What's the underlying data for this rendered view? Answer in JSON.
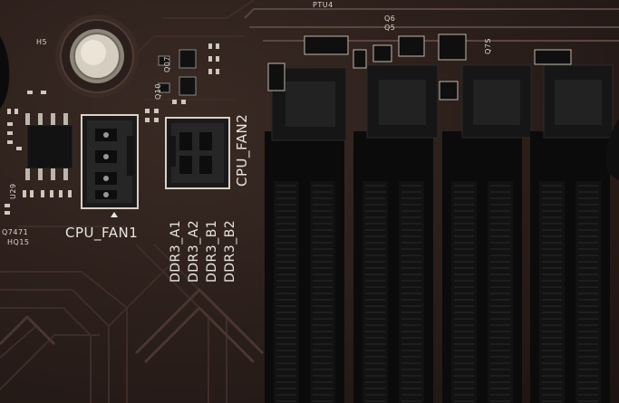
{
  "board_labels": {
    "ptu4": "PTU4",
    "h5": "H5",
    "q6": "Q6",
    "q5": "Q5",
    "q7s": "Q7S",
    "q10": "Q10",
    "q07": "Q07",
    "u29": "U29",
    "q7471": "Q7471",
    "hq15": "HQ15",
    "cpu_fan1": "CPU_FAN1",
    "cpu_fan2": "CPU_FAN2",
    "ddr3_a1": "DDR3_A1",
    "ddr3_a2": "DDR3_A2",
    "ddr3_b1": "DDR3_B1",
    "ddr3_b2": "DDR3_B2"
  },
  "colors": {
    "pcb": "#2a1e1a",
    "slot": "#0d0d0d",
    "silkscreen": "#e9e6df",
    "standoff": "#c9c2b4"
  }
}
